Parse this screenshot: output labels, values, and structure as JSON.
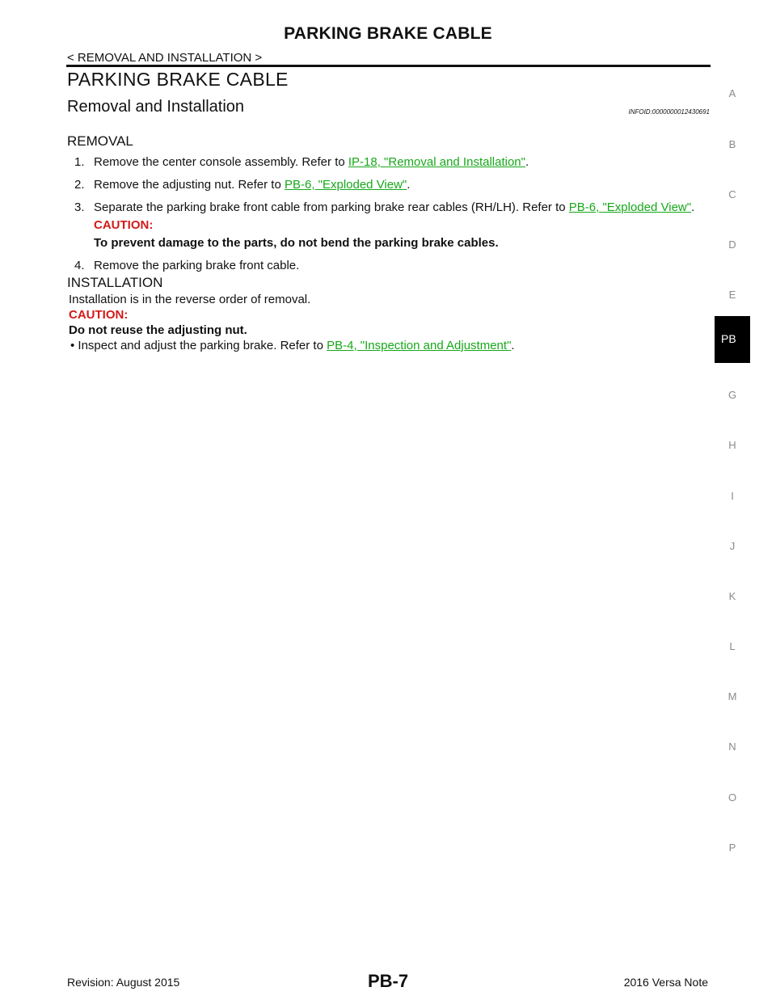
{
  "header": {
    "title": "PARKING BRAKE CABLE",
    "breadcrumb": "< REMOVAL AND INSTALLATION >"
  },
  "section": {
    "title": "PARKING BRAKE CABLE",
    "subtitle": "Removal and Installation",
    "infoid": "INFOID:0000000012430691"
  },
  "removal": {
    "heading": "REMOVAL",
    "steps": [
      {
        "num": "1.",
        "text": "Remove the center console assembly. Refer to ",
        "link": "IP-18, \"Removal and Installation\"",
        "after": "."
      },
      {
        "num": "2.",
        "text": "Remove the adjusting nut. Refer to ",
        "link": "PB-6, \"Exploded View\"",
        "after": "."
      },
      {
        "num": "3.",
        "text": "Separate the parking brake front cable from parking brake rear cables (RH/LH). Refer to ",
        "link": "PB-6, \"Exploded View\"",
        "after": ".",
        "caution_label": "CAUTION:",
        "caution_text": "To prevent damage to the parts, do not bend the parking brake cables."
      },
      {
        "num": "4.",
        "text": "Remove the parking brake front cable."
      }
    ]
  },
  "installation": {
    "heading": "INSTALLATION",
    "text": "Installation is in the reverse order of removal.",
    "caution_label": "CAUTION:",
    "caution_text": "Do not reuse the adjusting nut.",
    "bullet_text": "• Inspect and adjust the parking brake. Refer to ",
    "bullet_link": "PB-4, \"Inspection and Adjustment\"",
    "bullet_after": "."
  },
  "side_index": {
    "letters": [
      "A",
      "B",
      "C",
      "D",
      "E",
      "G",
      "H",
      "I",
      "J",
      "K",
      "L",
      "M",
      "N",
      "O",
      "P"
    ],
    "active": "PB"
  },
  "footer": {
    "revision": "Revision: August 2015",
    "page": "PB-7",
    "model": "2016 Versa Note"
  },
  "colors": {
    "link": "#17a81a",
    "caution": "#d21a1a",
    "tab": "#000000"
  }
}
